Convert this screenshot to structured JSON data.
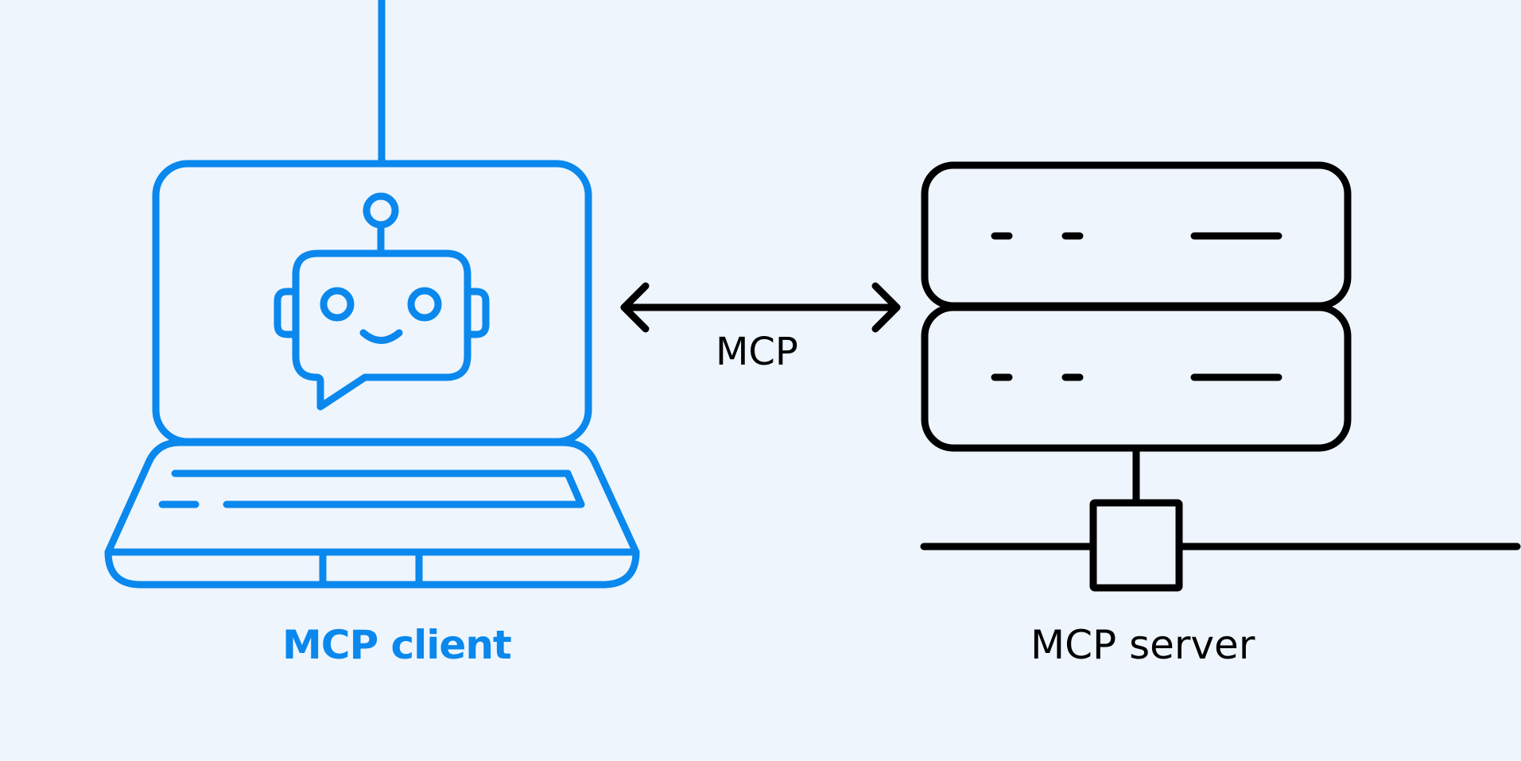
{
  "labels": {
    "client": "MCP client",
    "server": "MCP server",
    "protocol": "MCP"
  },
  "icons": {
    "client": "laptop-robot-icon",
    "server": "server-stack-icon",
    "connection": "double-arrow-icon"
  },
  "colors": {
    "background": "#eef5fd",
    "client_accent": "#0a88ed",
    "server_stroke": "#000000"
  }
}
